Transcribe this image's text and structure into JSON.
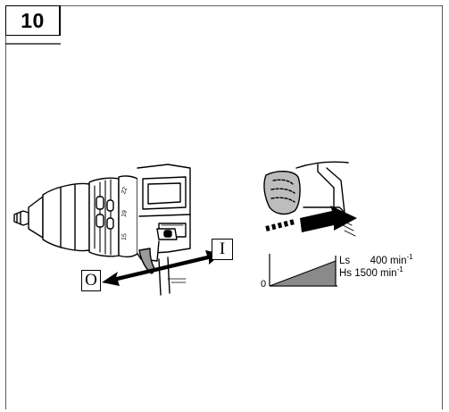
{
  "figure": {
    "number": "10"
  },
  "labels": {
    "reverse": "O",
    "forward": "I"
  },
  "gear_chart": {
    "origin": "0",
    "low_speed": {
      "label": "Ls",
      "value": "400 min",
      "exp": "-1"
    },
    "high_speed": {
      "label": "Hs",
      "value": "1500 min",
      "exp": "-1"
    }
  }
}
